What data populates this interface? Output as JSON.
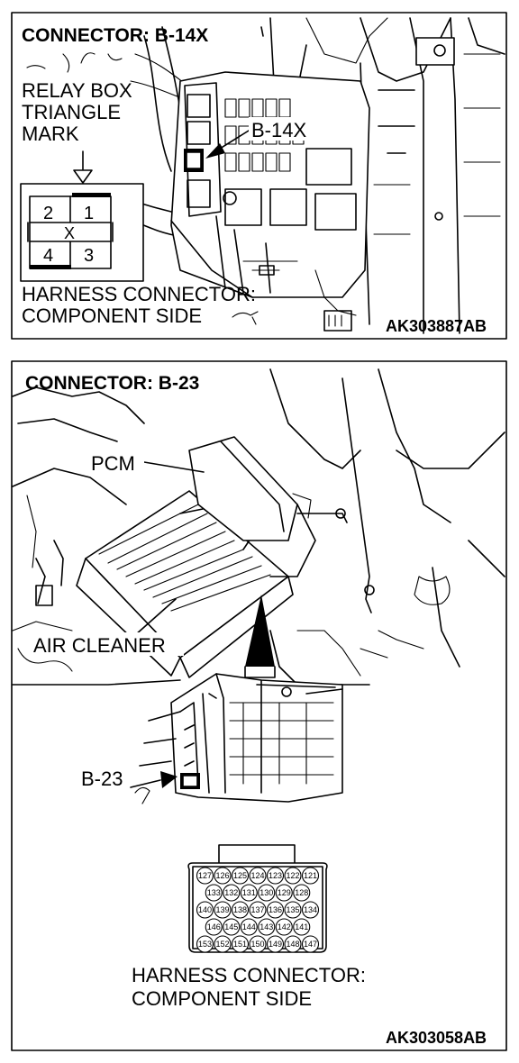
{
  "panel1": {
    "title": "CONNECTOR: B-14X",
    "relay_box_lines": [
      "RELAY BOX",
      "TRIANGLE",
      "MARK"
    ],
    "callout": "B-14X",
    "pins": [
      "2",
      "1",
      "4",
      "3"
    ],
    "pin_mid": "X",
    "harness_lines": [
      "HARNESS CONNECTOR:",
      "COMPONENT SIDE"
    ],
    "code": "AK303887AB"
  },
  "panel2": {
    "title": "CONNECTOR: B-23",
    "pcm_label": "PCM",
    "air_cleaner_label": "AIR CLEANER",
    "callout": "B-23",
    "pin_rows": [
      [
        "127",
        "126",
        "125",
        "124",
        "123",
        "122",
        "121"
      ],
      [
        "133",
        "132",
        "131",
        "130",
        "129",
        "128"
      ],
      [
        "140",
        "139",
        "138",
        "137",
        "136",
        "135",
        "134"
      ],
      [
        "146",
        "145",
        "144",
        "143",
        "142",
        "141"
      ],
      [
        "153",
        "152",
        "151",
        "150",
        "149",
        "148",
        "147"
      ]
    ],
    "harness_lines": [
      "HARNESS CONNECTOR:",
      "COMPONENT SIDE"
    ],
    "code": "AK303058AB"
  }
}
